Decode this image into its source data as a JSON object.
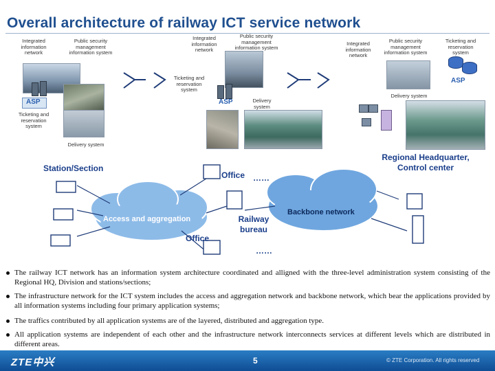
{
  "title": "Overall architecture of railway ICT service network",
  "labels": {
    "integrated_left": "Integrated information network",
    "psmis_left": "Public security management information system",
    "integrated_mid": "Integrated information network",
    "psmis_mid": "Public security management information system",
    "integrated_right": "Integrated information network",
    "psmis_right": "Public security management information system",
    "ticketing_right": "Ticketing and reservation system",
    "ticketing_mid": "Ticketing and reservation system",
    "ticketing_left": "Ticketing and reservation system",
    "delivery_mid": "Delivery system",
    "delivery_right": "Delivery system",
    "delivery_left": "Delivery system",
    "asp_left": "ASP",
    "asp_mid": "ASP",
    "asp_right": "ASP"
  },
  "network": {
    "station_section": "Station/Section",
    "office_top": "Office",
    "ellipsis_top": "……",
    "regional_hq": "Regional Headquarter, Control center",
    "access_aggregation": "Access and aggregation",
    "railway_bureau": "Railway bureau",
    "backbone": "Backbone network",
    "office_bottom": "Office",
    "ellipsis_bottom": "……"
  },
  "bullets": [
    "The railway ICT network has an information system architecture coordinated and alligned with the three-level administration system consisting of the Regional HQ, Division and stations/sections;",
    "The infrastructure network for the ICT system includes the access and aggregation network and backbone network, which bear the applications provided by all information systems including four primary application systems;",
    "The traffics contributed by all application systems are of the layered, distributed and aggregation type.",
    "All application systems are independent of each other and the infrastructure network interconnects services at different levels which are distributed in different areas."
  ],
  "footer": {
    "logo": "ZTE中兴",
    "page": "5",
    "copyright": "© ZTE Corporation. All rights reserved"
  },
  "colors": {
    "title": "#1f4f8f",
    "footer": "#0f4d94",
    "cloud": "#8dbbe8"
  }
}
